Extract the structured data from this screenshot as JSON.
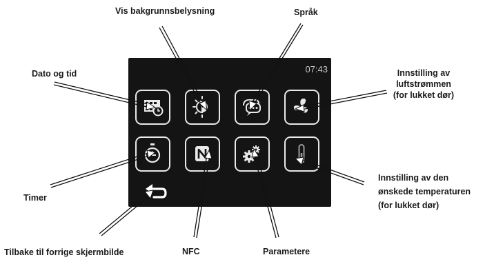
{
  "screen": {
    "clock": "07:43"
  },
  "tiles": [
    {
      "name": "date-time-button",
      "icon": "calendar-clock-icon"
    },
    {
      "name": "backlight-button",
      "icon": "half-sun-icon"
    },
    {
      "name": "language-button",
      "icon": "speech-bubbles-icon"
    },
    {
      "name": "airflow-button",
      "icon": "fan-icon"
    },
    {
      "name": "timer-button",
      "icon": "stopwatch-icon"
    },
    {
      "name": "nfc-button",
      "icon": "nfc-icon"
    },
    {
      "name": "parameters-button",
      "icon": "gears-icon"
    },
    {
      "name": "temperature-button",
      "icon": "thermometer-icon"
    },
    {
      "name": "back-button",
      "icon": "back-arrow-icon"
    }
  ],
  "labels": {
    "backlight": "Vis bakgrunnsbelysning",
    "language": "Språk",
    "date_time": "Dato og tid",
    "airflow_line1": "Innstilling av",
    "airflow_line2": "luftstrømmen",
    "airflow_line3": "(for lukket dør)",
    "timer": "Timer",
    "temperature_line1": "Innstilling av den",
    "temperature_line2": "ønskede temperaturen",
    "temperature_line3": "(for lukket dør)",
    "back": "Tilbake til forrige skjermbilde",
    "nfc": "NFC",
    "parameters": "Parametere"
  },
  "colors": {
    "screen_background": "#141414",
    "icon_stroke": "#e9e9e9",
    "label_text": "#1a1a1a",
    "callout_line": "#111111"
  }
}
